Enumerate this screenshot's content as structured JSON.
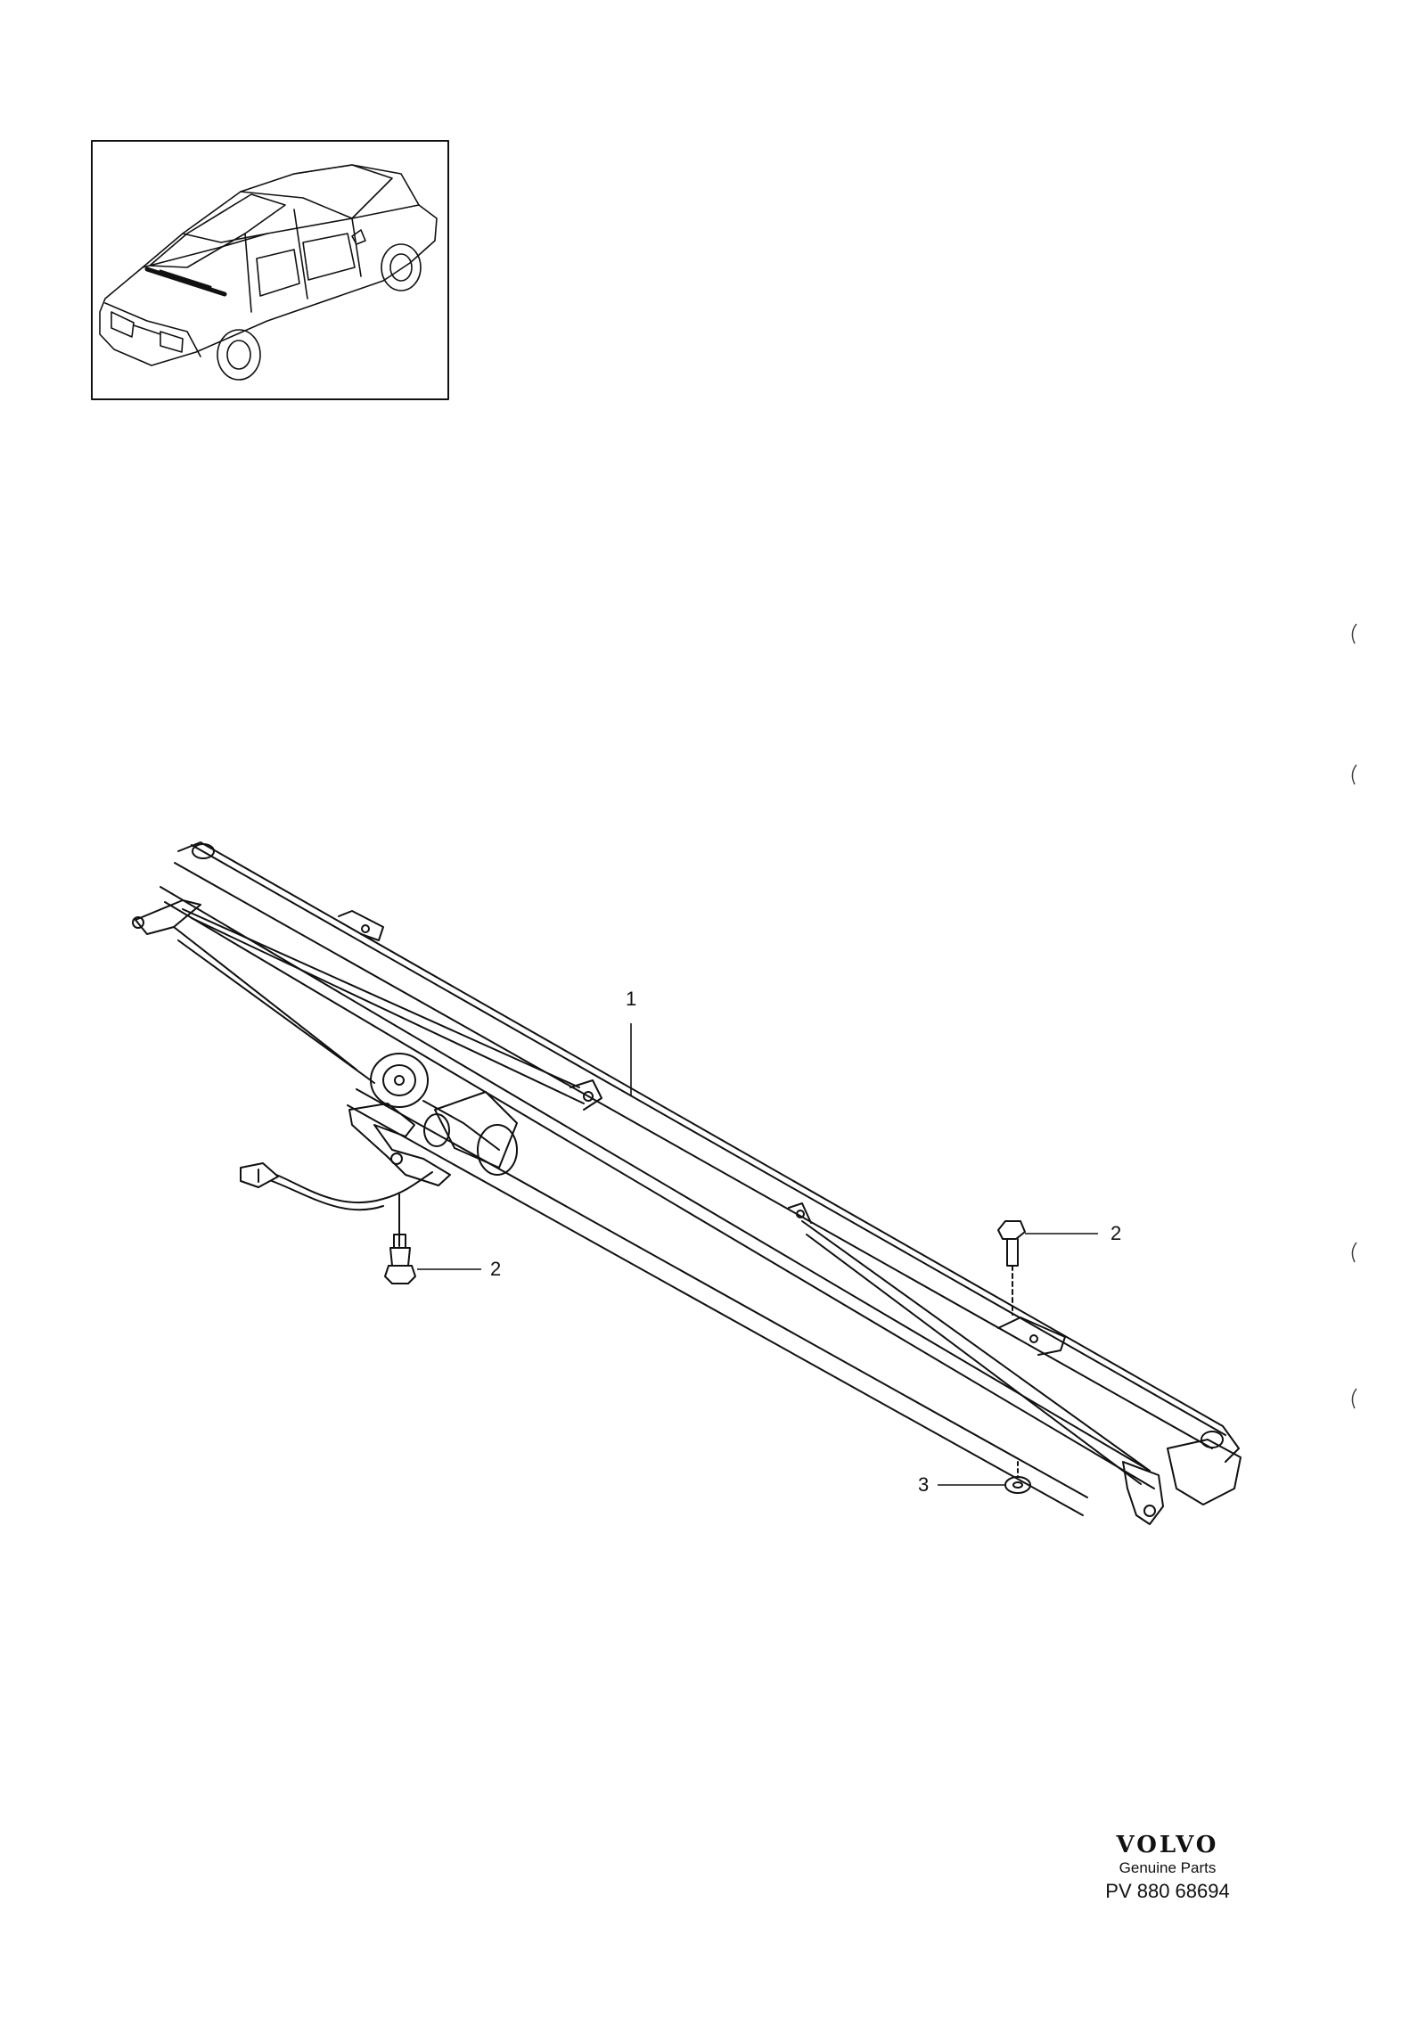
{
  "callouts": {
    "wiper_assembly": "1",
    "bolt_right": "2",
    "bolt_left": "2",
    "washer": "3"
  },
  "brand": {
    "logo": "VOLVO",
    "tagline": "Genuine Parts",
    "code": "PV 880 68694"
  },
  "colors": {
    "line": "#111111",
    "background": "#ffffff"
  }
}
